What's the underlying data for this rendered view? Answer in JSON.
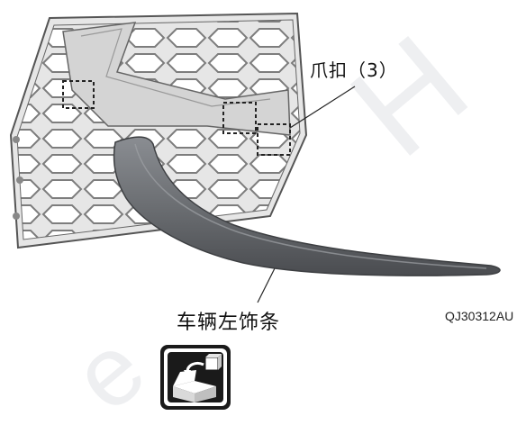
{
  "callouts": {
    "clip": "爪扣（3）",
    "strip": "车辆左饰条"
  },
  "figure_code": "QJ30312AU",
  "icons": {
    "step_icon": "remove-component-from-box-icon"
  },
  "colors": {
    "grille": "#d8d8d8",
    "trim_strip": "#6b6e72",
    "box_outline": "#1a1a1a"
  }
}
